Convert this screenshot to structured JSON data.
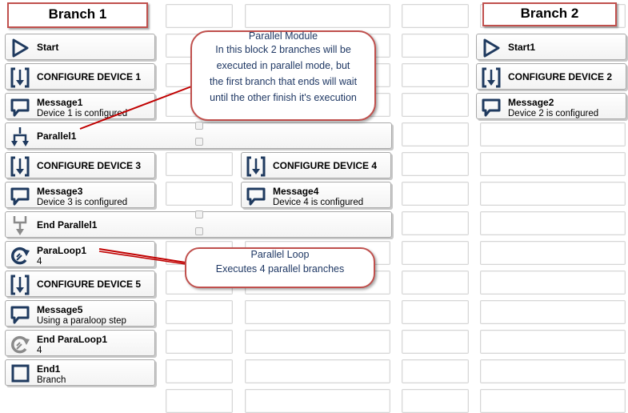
{
  "branches": {
    "branch1_label": "Branch 1",
    "branch2_label": "Branch 2"
  },
  "branch1_steps": [
    {
      "id": "start",
      "icon": "start-icon",
      "title": "Start",
      "subtitle": ""
    },
    {
      "id": "configure-device-1",
      "icon": "configure-device-icon",
      "title": "CONFIGURE DEVICE 1",
      "subtitle": ""
    },
    {
      "id": "message1",
      "icon": "message-icon",
      "title": "Message1",
      "subtitle": "Device 1 is configured"
    },
    {
      "id": "parallel1",
      "icon": "parallel-icon",
      "title": "Parallel1",
      "subtitle": ""
    },
    {
      "id": "configure-device-3",
      "icon": "configure-device-icon",
      "title": "CONFIGURE DEVICE 3",
      "subtitle": ""
    },
    {
      "id": "message3",
      "icon": "message-icon",
      "title": "Message3",
      "subtitle": "Device 3 is configured"
    },
    {
      "id": "end-parallel1",
      "icon": "end-parallel-icon",
      "title": "End Parallel1",
      "subtitle": ""
    },
    {
      "id": "paraloop1",
      "icon": "paraloop-icon",
      "title": "ParaLoop1",
      "subtitle": "4"
    },
    {
      "id": "configure-device-5",
      "icon": "configure-device-icon",
      "title": "CONFIGURE DEVICE 5",
      "subtitle": ""
    },
    {
      "id": "message5",
      "icon": "message-icon",
      "title": "Message5",
      "subtitle": "Using a paraloop step"
    },
    {
      "id": "end-paraloop1",
      "icon": "end-paraloop-icon",
      "title": "End ParaLoop1",
      "subtitle": "4"
    },
    {
      "id": "end1",
      "icon": "end-icon",
      "title": "End1",
      "subtitle": "Branch"
    }
  ],
  "parallel_branch_steps": [
    {
      "id": "configure-device-4",
      "icon": "configure-device-icon",
      "title": "CONFIGURE DEVICE 4",
      "subtitle": ""
    },
    {
      "id": "message4",
      "icon": "message-icon",
      "title": "Message4",
      "subtitle": "Device 4 is configured"
    }
  ],
  "branch2_steps": [
    {
      "id": "start1",
      "icon": "start-icon",
      "title": "Start1",
      "subtitle": ""
    },
    {
      "id": "configure-device-2",
      "icon": "configure-device-icon",
      "title": "CONFIGURE DEVICE 2",
      "subtitle": ""
    },
    {
      "id": "message2",
      "icon": "message-icon",
      "title": "Message2",
      "subtitle": "Device 2 is configured"
    }
  ],
  "callouts": {
    "parallel_module": {
      "title": "Parallel Module",
      "lines": [
        "In this block 2 branches will be",
        "executed  in parallel mode, but",
        "the first branch that ends will wait",
        "until the other finish it's execution"
      ]
    },
    "parallel_loop": {
      "title": "Parallel Loop",
      "lines": [
        "Executes 4 parallel branches"
      ]
    }
  },
  "colors": {
    "icon_navy": "#1f3a5f",
    "icon_grey": "#8a8a8a",
    "callout_border": "#c0504d",
    "callout_text": "#1f3864"
  }
}
